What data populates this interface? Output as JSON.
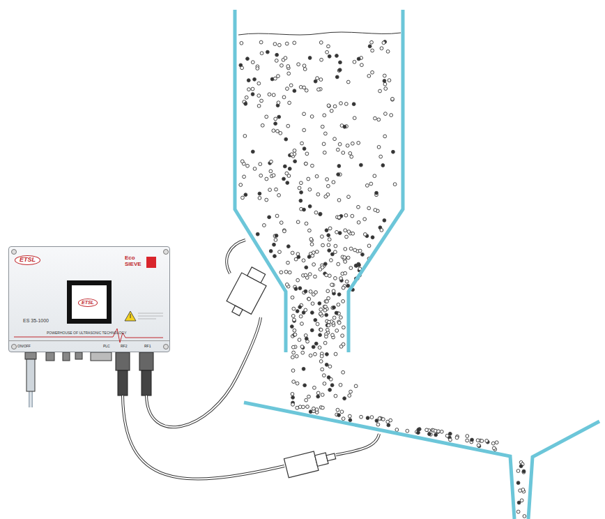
{
  "diagram": {
    "nodes": [
      {
        "text": [
          "ETSL",
          "Eco SIEVE",
          "ETSL",
          "ES 35-1000",
          "POWERHOUSE OF ULTRASONIC TECHNOLOGY",
          "ON/OFF",
          "PLC",
          "RF2",
          "RF1"
        ]
      }
    ]
  }
}
